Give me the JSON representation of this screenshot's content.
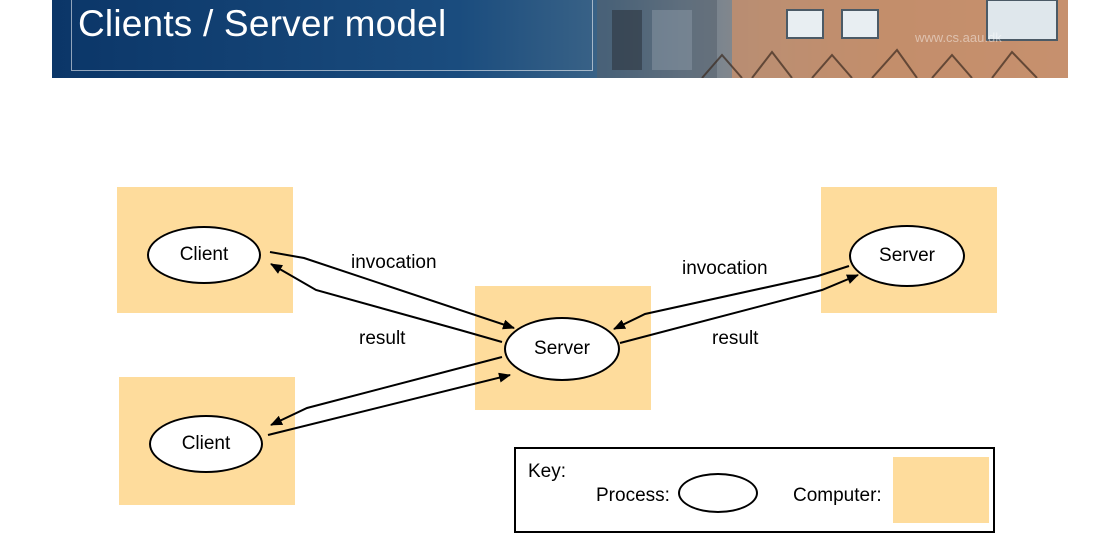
{
  "header": {
    "title": "Clients / Server model",
    "watermark": "www.cs.aau.dk"
  },
  "diagram": {
    "nodes": {
      "client_top": "Client",
      "client_bottom": "Client",
      "server_center": "Server",
      "server_right": "Server"
    },
    "edges": {
      "left_invocation": "invocation",
      "left_result": "result",
      "right_invocation": "invocation",
      "right_result": "result"
    },
    "colors": {
      "computer_fill": "#fedc9c",
      "banner_dark": "#0b3668"
    }
  },
  "key": {
    "title": "Key:",
    "process_label": "Process:",
    "computer_label": "Computer:"
  }
}
